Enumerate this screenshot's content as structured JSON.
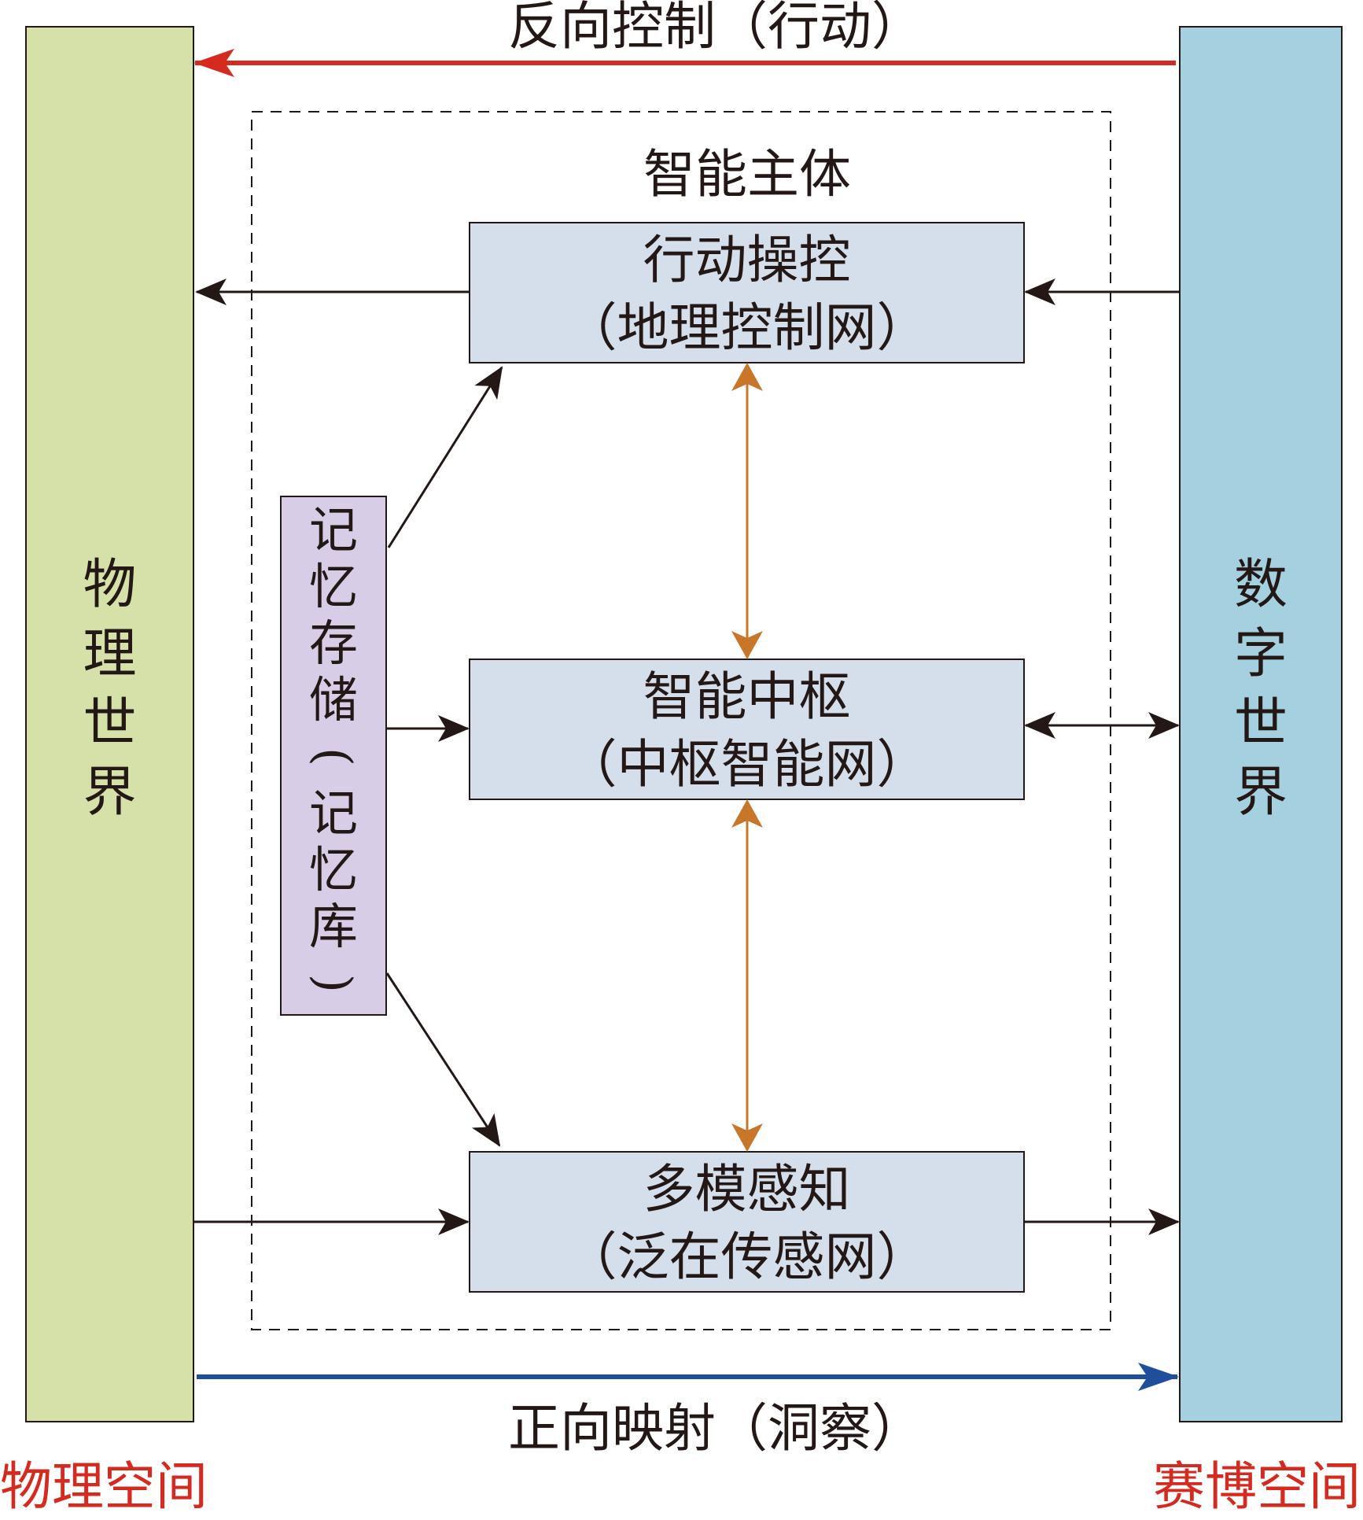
{
  "top_arrow_label": "反向控制（行动）",
  "bottom_arrow_label": "正向映射（洞察）",
  "agent_title": "智能主体",
  "left_panel": {
    "chars": [
      "物",
      "理",
      "世",
      "界"
    ]
  },
  "right_panel": {
    "chars": [
      "数",
      "字",
      "世",
      "界"
    ]
  },
  "memory": {
    "chars": [
      "记",
      "忆",
      "存",
      "储",
      "(",
      "记",
      "忆",
      "库",
      ")"
    ]
  },
  "boxes": {
    "action": {
      "title": "行动操控",
      "subtitle": "（地理控制网）"
    },
    "hub": {
      "title": "智能中枢",
      "subtitle": "（中枢智能网）"
    },
    "perception": {
      "title": "多模感知",
      "subtitle": "（泛在传感网）"
    }
  },
  "corners": {
    "left": "物理空间",
    "right": "赛博空间"
  },
  "colors": {
    "physical_panel": "#d5e1a9",
    "digital_panel": "#a4d0e0",
    "box_fill": "#d4dfeb",
    "memory_fill": "#d8cde6",
    "control_arrow": "#d42a20",
    "mapping_arrow": "#1f4e9c",
    "internal_arrow": "#c8772a",
    "corner_text": "#d42a20"
  }
}
